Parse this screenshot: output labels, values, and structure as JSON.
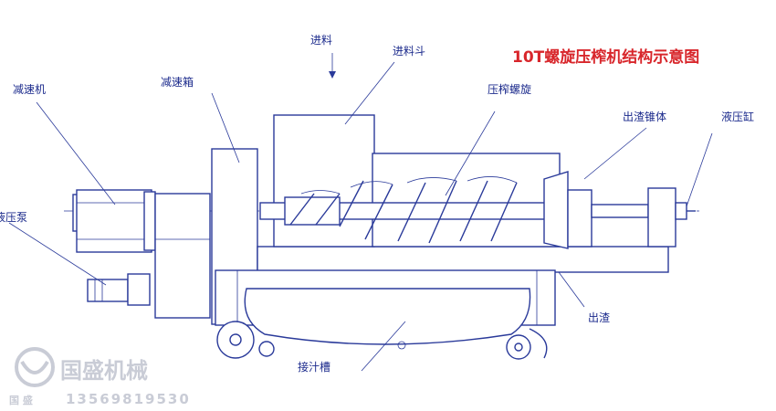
{
  "title": "10T螺旋压榨机结构示意图",
  "labels": {
    "motor": "减速机",
    "gearbox": "减速箱",
    "feed": "进料",
    "hopper": "进料斗",
    "screw": "压榨螺旋",
    "cone": "出渣锥体",
    "cylinder": "液压缸",
    "pump": "液压泵",
    "outlet": "出渣",
    "trough": "接汁槽"
  },
  "watermark": {
    "brand": "国盛机械",
    "small": "国 盛",
    "phone": "13569819530"
  },
  "colors": {
    "line": "#2a3a9a",
    "label": "#1b2a8c",
    "title": "#d8262b",
    "watermark": "#c9ccd6"
  }
}
